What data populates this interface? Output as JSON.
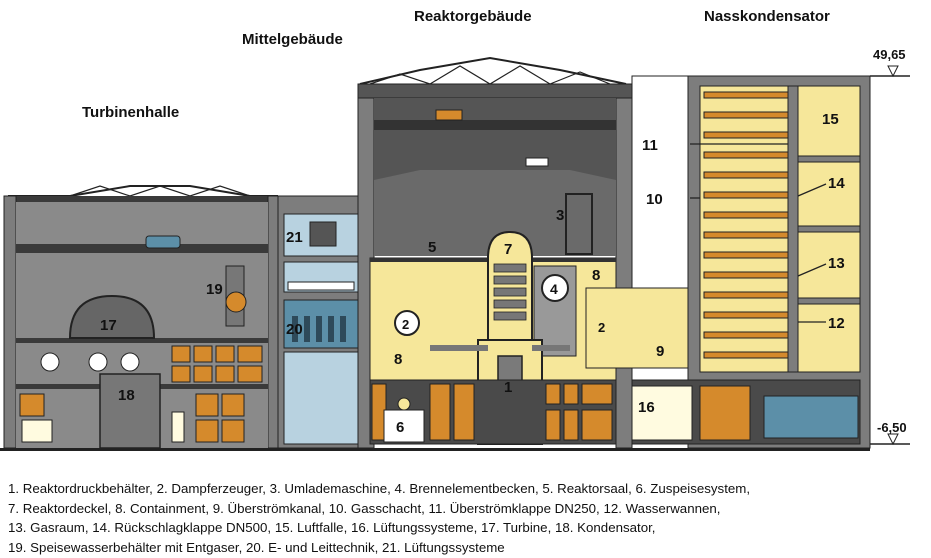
{
  "headers": {
    "turbine_hall": "Turbinenhalle",
    "middle_building": "Mittelgebäude",
    "reactor_building": "Reaktorgebäude",
    "wet_condenser": "Nasskondensator"
  },
  "levels": {
    "top": "49,65",
    "bottom": "-6,50"
  },
  "numbers": {
    "n1": "1",
    "n2a": "2",
    "n2b": "2",
    "n3": "3",
    "n4": "4",
    "n5": "5",
    "n6": "6",
    "n7": "7",
    "n8a": "8",
    "n8b": "8",
    "n9": "9",
    "n10": "10",
    "n11": "11",
    "n12": "12",
    "n13": "13",
    "n14": "14",
    "n15": "15",
    "n16": "16",
    "n17": "17",
    "n18": "18",
    "n19": "19",
    "n20": "20",
    "n21": "21"
  },
  "legend": [
    "1. Reaktordruckbehälter, 2. Dampferzeuger, 3. Umlademaschine, 4. Brennelementbecken, 5. Reaktorsaal, 6. Zuspeisesystem,",
    "7. Reaktordeckel, 8. Containment, 9. Überströmkanal, 10. Gasschacht, 11. Überströmklappe DN250, 12. Wasserwannen,",
    "13. Gasraum, 14. Rückschlagklappe DN500, 15. Luftfalle, 16. Lüftungssysteme, 17. Turbine, 18. Kondensator,",
    "19. Speisewasserbehälter mit Entgaser, 20. E- und Leittechnik, 21. Lüftungssysteme"
  ],
  "colors": {
    "building_gray": "#7d7d7d",
    "dark_gray": "#4a4a4a",
    "yellow": "#f6e79a",
    "orange": "#d58a2c",
    "steel_blue": "#5c8fa8",
    "light_blue": "#b8d2e0"
  }
}
